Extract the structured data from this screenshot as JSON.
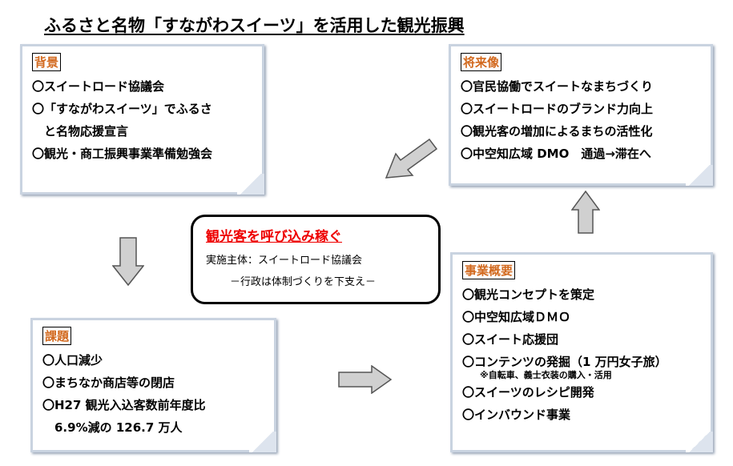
{
  "title": "ふるさと名物「すながわスイーツ」を活用した観光振興",
  "background": {
    "heading": "背景",
    "items": [
      "〇スイートロード協議会",
      "〇「すながわスイーツ」でふるさ",
      "　と名物応援宣言",
      "〇観光・商工振興事業準備勉強会"
    ]
  },
  "future": {
    "heading": "将来像",
    "items": [
      "〇官民協働でスイートなまちづくり",
      "〇スイートロードのブランド力向上",
      "〇観光客の増加によるまちの活性化",
      "〇中空知広域 DMO　通過→滞在へ"
    ]
  },
  "center": {
    "heading": "観光客を呼び込み稼ぐ",
    "line1": "実施主体：スイートロード協議会",
    "line2": "－行政は体制づくりを下支え－"
  },
  "issues": {
    "heading": "課題",
    "items": [
      "〇人口減少",
      "〇まちなか商店等の閉店",
      "〇H27 観光入込客数前年度比",
      "　6.9%減の 126.7 万人"
    ]
  },
  "business": {
    "heading": "事業概要",
    "items": [
      "〇観光コンセプトを策定",
      "〇中空知広域ＤＭＯ",
      "〇スイート応援団",
      "〇コンテンツの発掘（1 万円女子旅）"
    ],
    "note": "※自転車、義士衣装の購入・活用",
    "items2": [
      "〇スイーツのレシピ開発",
      "〇インバウンド事業"
    ]
  }
}
